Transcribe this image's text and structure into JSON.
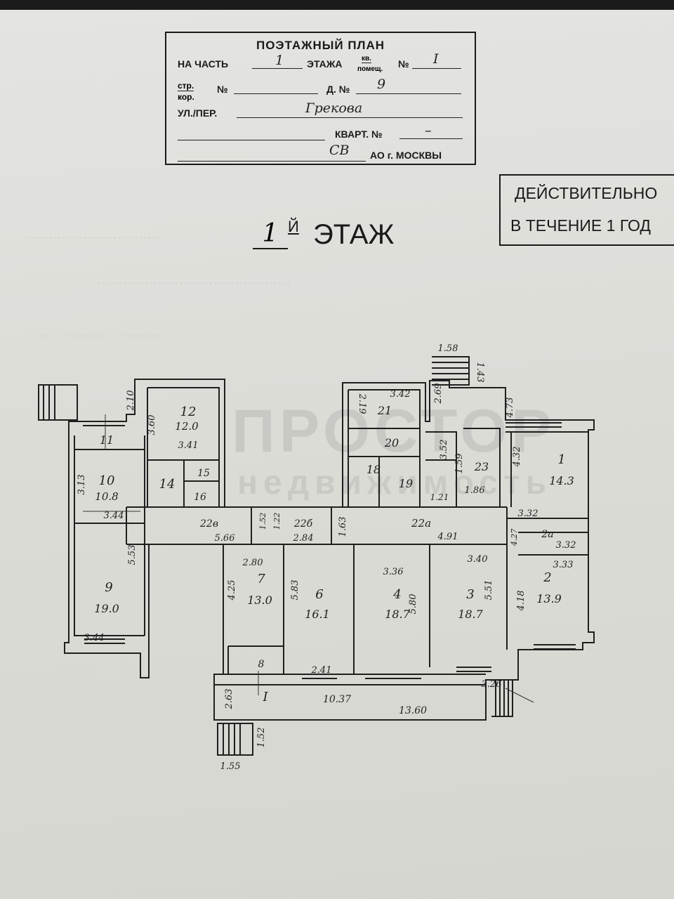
{
  "header": {
    "title": "ПОЭТАЖНЫЙ ПЛАН",
    "na_chast": "НА ЧАСТЬ",
    "etazha": "ЭТАЖА",
    "kv_pomesh": "кв. / помещ.",
    "kv_top": "кв.",
    "kv_bottom": "помещ.",
    "no_label": "№",
    "str_kor": "стр. / кор.",
    "str_top": "стр.",
    "str_bottom": "кор.",
    "d_no": "Д. №",
    "ul_per": "УЛ./ПЕР.",
    "kvart_no": "КВАРТ. №",
    "ao_moskvy": "АО г. МОСКВЫ",
    "hand_floor": "1",
    "hand_pomesh": "I",
    "hand_house": "9",
    "hand_street": "Грекова",
    "hand_kvart": "–",
    "hand_ao": "СВ"
  },
  "validity": {
    "line1": "ДЕЙСТВИТЕЛЬНО",
    "line2": "В ТЕЧЕНИЕ 1 ГОД"
  },
  "floor": {
    "number": "1",
    "suffix": "Й",
    "label": "ЭТАЖ"
  },
  "watermark": {
    "line1": "ПРОСТОР",
    "line2": "недвижимость"
  },
  "rooms": [
    {
      "id": "1",
      "area": "14.3"
    },
    {
      "id": "2",
      "area": "13.9"
    },
    {
      "id": "2а",
      "area": ""
    },
    {
      "id": "3",
      "area": "18.7"
    },
    {
      "id": "4",
      "area": "18.7"
    },
    {
      "id": "6",
      "area": "16.1"
    },
    {
      "id": "7",
      "area": "13.0"
    },
    {
      "id": "8",
      "area": ""
    },
    {
      "id": "9",
      "area": "19.0"
    },
    {
      "id": "10",
      "area": "10.8"
    },
    {
      "id": "11",
      "area": ""
    },
    {
      "id": "12",
      "area": "12.0"
    },
    {
      "id": "14",
      "area": ""
    },
    {
      "id": "15",
      "area": ""
    },
    {
      "id": "16",
      "area": ""
    },
    {
      "id": "18",
      "area": ""
    },
    {
      "id": "19",
      "area": ""
    },
    {
      "id": "20",
      "area": ""
    },
    {
      "id": "21",
      "area": ""
    },
    {
      "id": "22а",
      "area": ""
    },
    {
      "id": "22б",
      "area": ""
    },
    {
      "id": "22в",
      "area": ""
    },
    {
      "id": "23",
      "area": ""
    },
    {
      "id": "I",
      "area": ""
    }
  ],
  "dimensions": [
    "1.58",
    "1.43",
    "3.42",
    "2.19",
    "2.69",
    "3.52",
    "4.73",
    "4.32",
    "1.59",
    "1.86",
    "1.21",
    "3.60",
    "3.41",
    "2.10",
    "3.13",
    "3.44",
    "5.53",
    "5.66",
    "1.52",
    "1.22",
    "2.84",
    "1.63",
    "4.91",
    "3.32",
    "3.40",
    "3.36",
    "2.80",
    "4.25",
    "5.83",
    "5.80",
    "5.51",
    "4.18",
    "4.27",
    "3.33",
    "3.32",
    "3.44",
    "2.41",
    "10.37",
    "13.60",
    "3.26",
    "2.63",
    "1.52",
    "1.55"
  ]
}
